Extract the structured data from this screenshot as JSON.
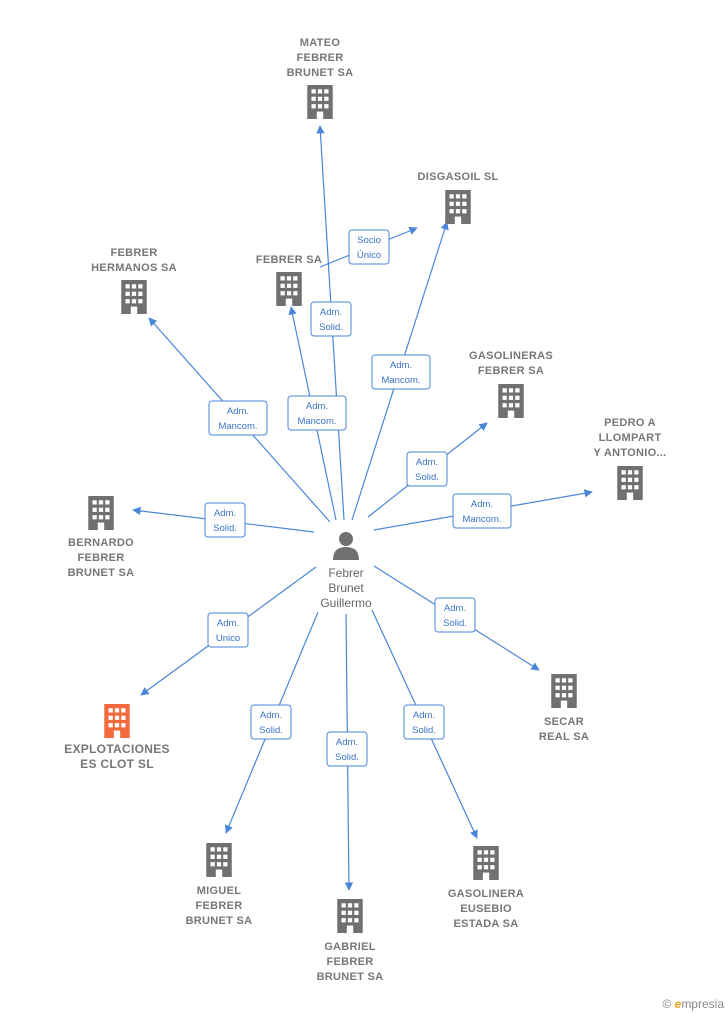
{
  "colors": {
    "edge": "#4a86d8",
    "building": "#707070",
    "building_highlight": "#f26a3d",
    "label": "#777777"
  },
  "center": {
    "id": "person",
    "icon": "person-icon",
    "label_lines": [
      "Febrer",
      "Brunet",
      "Guillermo"
    ]
  },
  "nodes": [
    {
      "id": "mateo",
      "label_lines": [
        "MATEO",
        "FEBRER",
        "BRUNET SA"
      ],
      "icon": "building-icon"
    },
    {
      "id": "disgasoil",
      "label_lines": [
        "DISGASOIL  SL"
      ],
      "icon": "building-icon"
    },
    {
      "id": "febrer_hermanos",
      "label_lines": [
        "FEBRER",
        "HERMANOS SA"
      ],
      "icon": "building-icon"
    },
    {
      "id": "febrer_sa",
      "label_lines": [
        "FEBRER SA"
      ],
      "icon": "building-icon"
    },
    {
      "id": "gasolineras",
      "label_lines": [
        "GASOLINERAS",
        "FEBRER SA"
      ],
      "icon": "building-icon"
    },
    {
      "id": "pedro",
      "label_lines": [
        "PEDRO A",
        "LLOMPART",
        "Y ANTONIO..."
      ],
      "icon": "building-icon"
    },
    {
      "id": "bernardo",
      "label_lines": [
        "BERNARDO",
        "FEBRER",
        "BRUNET SA"
      ],
      "icon": "building-icon"
    },
    {
      "id": "explotaciones",
      "label_lines": [
        "EXPLOTACIONES",
        "ES CLOT  SL"
      ],
      "icon": "building-icon",
      "highlight": true
    },
    {
      "id": "secar",
      "label_lines": [
        "SECAR",
        "REAL SA"
      ],
      "icon": "building-icon"
    },
    {
      "id": "miguel",
      "label_lines": [
        "MIGUEL",
        "FEBRER",
        "BRUNET SA"
      ],
      "icon": "building-icon"
    },
    {
      "id": "gabriel",
      "label_lines": [
        "GABRIEL",
        "FEBRER",
        "BRUNET SA"
      ],
      "icon": "building-icon"
    },
    {
      "id": "gasolinera_eusebio",
      "label_lines": [
        "GASOLINERA",
        "EUSEBIO",
        "ESTADA SA"
      ],
      "icon": "building-icon"
    }
  ],
  "edges": [
    {
      "from": "person",
      "to": "mateo",
      "label_lines": [
        "Adm.",
        "Solid."
      ]
    },
    {
      "from": "febrer_sa",
      "to": "disgasoil",
      "label_lines": [
        "Socio",
        "Único"
      ]
    },
    {
      "from": "person",
      "to": "disgasoil",
      "label_lines": [
        "Adm.",
        "Mancom."
      ]
    },
    {
      "from": "person",
      "to": "febrer_hermanos",
      "label_lines": [
        "Adm.",
        "Mancom."
      ]
    },
    {
      "from": "person",
      "to": "febrer_sa",
      "label_lines": [
        "Adm.",
        "Mancom."
      ]
    },
    {
      "from": "person",
      "to": "gasolineras",
      "label_lines": [
        "Adm.",
        "Solid."
      ]
    },
    {
      "from": "person",
      "to": "pedro",
      "label_lines": [
        "Adm.",
        "Mancom."
      ]
    },
    {
      "from": "person",
      "to": "bernardo",
      "label_lines": [
        "Adm.",
        "Solid."
      ]
    },
    {
      "from": "person",
      "to": "explotaciones",
      "label_lines": [
        "Adm.",
        "Unico"
      ]
    },
    {
      "from": "person",
      "to": "secar",
      "label_lines": [
        "Adm.",
        "Solid."
      ]
    },
    {
      "from": "person",
      "to": "miguel",
      "label_lines": [
        "Adm.",
        "Solid."
      ]
    },
    {
      "from": "person",
      "to": "gabriel",
      "label_lines": [
        "Adm.",
        "Solid."
      ]
    },
    {
      "from": "person",
      "to": "gasolinera_eusebio",
      "label_lines": [
        "Adm.",
        "Solid."
      ]
    }
  ],
  "watermark": {
    "copyright": "©",
    "brand_initial": "e",
    "brand_rest": "mpresia"
  }
}
